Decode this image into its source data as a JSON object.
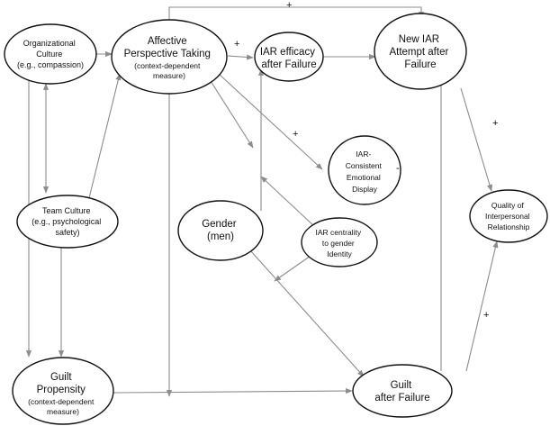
{
  "nodes": {
    "org_culture": {
      "lines": [
        "Organizational",
        "Culture",
        "(e.g., compassion)"
      ]
    },
    "affective": {
      "lines": [
        "Affective",
        "Perspective Taking",
        "(context-dependent",
        "measure)"
      ]
    },
    "iar_efficacy": {
      "lines": [
        "IAR efficacy",
        "after Failure"
      ]
    },
    "new_iar": {
      "lines": [
        "New IAR",
        "Attempt after",
        "Failure"
      ]
    },
    "iar_display": {
      "lines": [
        "IAR-",
        "Consistent",
        "Emotional",
        "Display"
      ]
    },
    "team_culture": {
      "lines": [
        "Team Culture",
        "(e.g., psychological",
        "safety)"
      ]
    },
    "gender": {
      "lines": [
        "Gender",
        "(men)"
      ]
    },
    "iar_centrality": {
      "lines": [
        "IAR centrality",
        "to gender",
        "Identity"
      ]
    },
    "quality": {
      "lines": [
        "Quality of",
        "Interpersonal",
        "Relationship"
      ]
    },
    "guilt_prop": {
      "lines": [
        "Guilt",
        "Propensity",
        "(context-dependent",
        "measure)"
      ]
    },
    "guilt_fail": {
      "lines": [
        "Guilt",
        "after Failure"
      ]
    }
  },
  "signs": {
    "top": "+",
    "affective_to_efficacy": "+",
    "affective_to_display": "+",
    "display_minus": "-",
    "new_iar_to_quality": "+",
    "guilt_to_quality": "+"
  },
  "colors": {
    "edge": "#8c8c8c",
    "node_stroke": "#111111"
  }
}
